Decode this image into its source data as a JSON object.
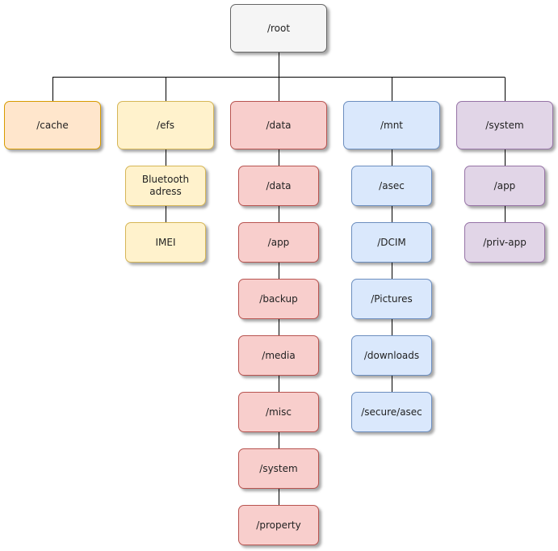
{
  "root": {
    "label": "/root"
  },
  "columns": [
    {
      "id": "cache",
      "label": "/cache",
      "fill": "#ffe6cc",
      "stroke": "#d79b00",
      "children": []
    },
    {
      "id": "efs",
      "label": "/efs",
      "fill": "#fff2cc",
      "stroke": "#d6b656",
      "children": [
        "Bluetooth\nadress",
        "IMEI"
      ]
    },
    {
      "id": "data",
      "label": "/data",
      "fill": "#f8cecc",
      "stroke": "#b85450",
      "children": [
        "/data",
        "/app",
        "/backup",
        "/media",
        "/misc",
        "/system",
        "/property"
      ]
    },
    {
      "id": "mnt",
      "label": "/mnt",
      "fill": "#dae8fc",
      "stroke": "#6c8ebf",
      "children": [
        "/asec",
        "/DCIM",
        "/Pictures",
        "/downloads",
        "/secure/asec"
      ]
    },
    {
      "id": "system",
      "label": "/system",
      "fill": "#e1d5e7",
      "stroke": "#9673a6",
      "children": [
        "/app",
        "/priv-app"
      ]
    }
  ],
  "colors": {
    "root_fill": "#f5f5f5",
    "root_stroke": "#666666",
    "connector": "#000000"
  }
}
